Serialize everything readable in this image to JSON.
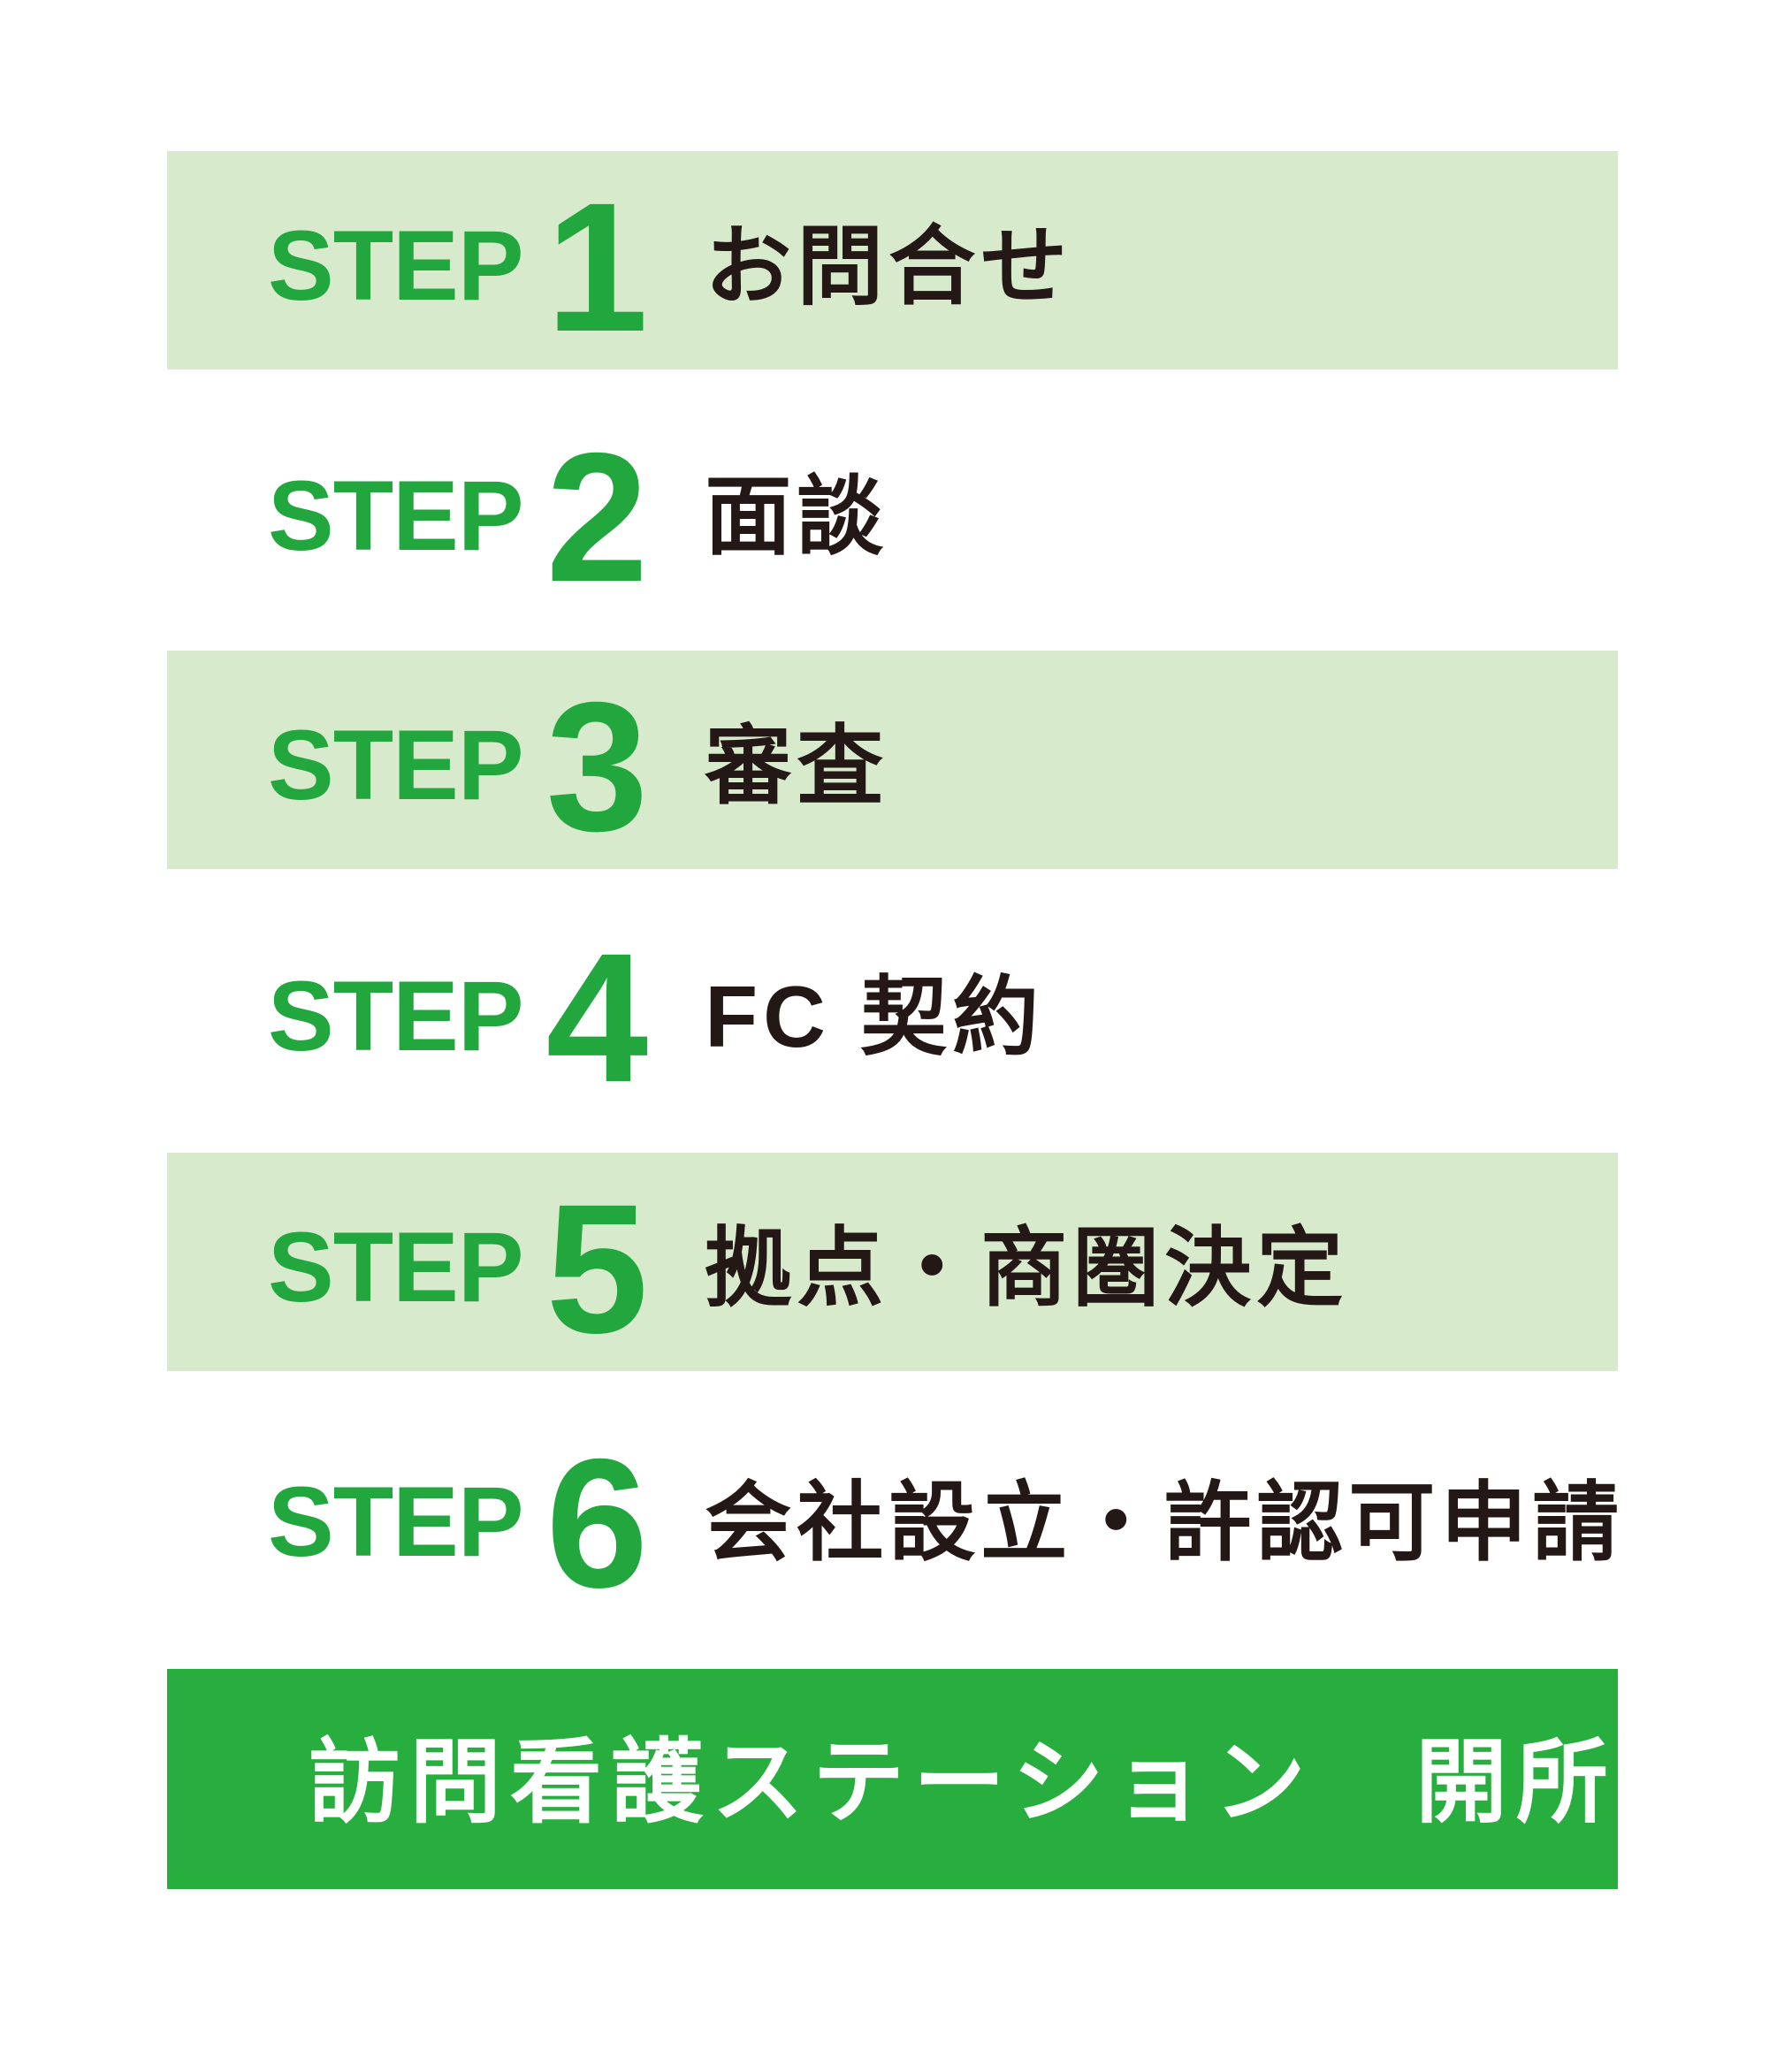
{
  "background_color": "#ffffff",
  "colors": {
    "band_light_green": "#d7eacb",
    "accent_green": "#22a63e",
    "banner_green": "#27ae3f",
    "text_dark": "#231815",
    "text_white": "#ffffff"
  },
  "steps": [
    {
      "step_word": "STEP",
      "number": "1",
      "label": "お問合せ",
      "banded": true
    },
    {
      "step_word": "STEP",
      "number": "2",
      "label": "面談",
      "banded": false
    },
    {
      "step_word": "STEP",
      "number": "3",
      "label": "審査",
      "banded": true
    },
    {
      "step_word": "STEP",
      "number": "4",
      "label": "FC 契約",
      "banded": false
    },
    {
      "step_word": "STEP",
      "number": "5",
      "label": "拠点・商圏決定",
      "banded": true
    },
    {
      "step_word": "STEP",
      "number": "6",
      "label": "会社設立・許認可申請",
      "banded": false
    }
  ],
  "final_banner": {
    "text": "訪問看護ステーション　開所"
  }
}
